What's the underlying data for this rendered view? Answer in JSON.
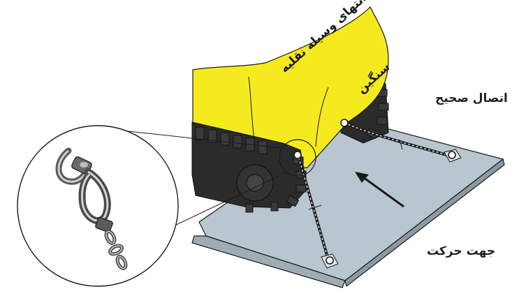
{
  "labels": {
    "vehicle_end_line1": "انتهای وسیله نقلیه",
    "vehicle_end_line2": "سنگین",
    "correct_connection": "اتصال صحیح",
    "direction_of_travel": "جهت حرکت"
  },
  "colors": {
    "vehicle_yellow": "#f4ea1e",
    "track_dark": "#2b2b2b",
    "trailer_deck": "#b8c6cf",
    "trailer_edge": "#8d9aa3",
    "outline": "#1a1a1a"
  },
  "icons": [
    "shackle-detail-icon",
    "direction-arrow-icon",
    "chain-icon",
    "tie-down-anchor-icon"
  ]
}
